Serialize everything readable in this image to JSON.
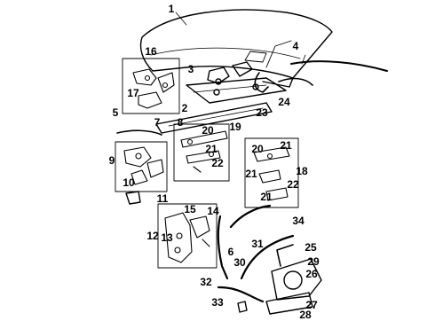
{
  "callouts": {
    "c1": "1",
    "c2": "2",
    "c3": "3",
    "c4": "4",
    "c5": "5",
    "c6": "6",
    "c7": "7",
    "c8": "8",
    "c9": "9",
    "c10": "10",
    "c11": "11",
    "c12": "12",
    "c13": "13",
    "c14": "14",
    "c15": "15",
    "c16": "16",
    "c17": "17",
    "c18": "18",
    "c19": "19",
    "c20a": "20",
    "c20b": "20",
    "c21a": "21",
    "c21b": "21",
    "c21c": "21",
    "c21d": "21",
    "c22a": "22",
    "c22b": "22",
    "c23": "23",
    "c24": "24",
    "c25": "25",
    "c26": "26",
    "c27": "27",
    "c28": "28",
    "c29": "29",
    "c30": "30",
    "c31": "31",
    "c32": "32",
    "c33": "33",
    "c34": "34"
  }
}
